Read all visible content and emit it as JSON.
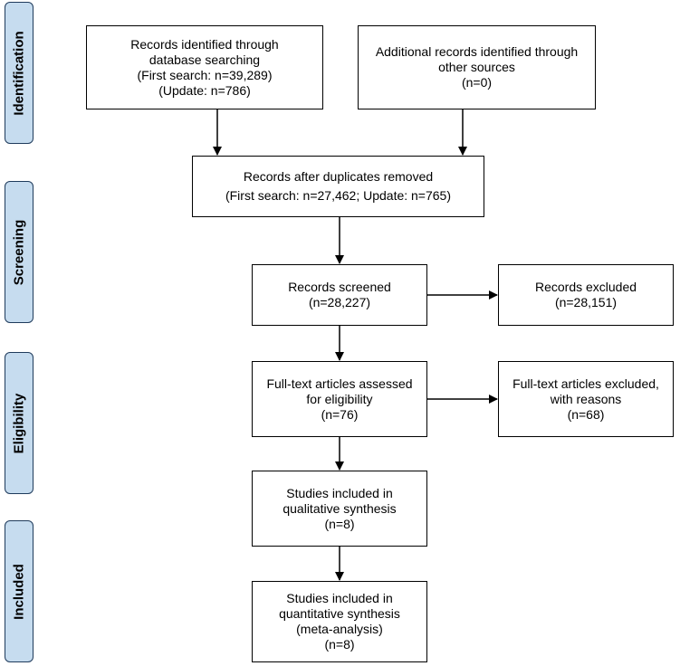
{
  "phases": {
    "identification": "Identification",
    "screening": "Screening",
    "eligibility": "Eligibility",
    "included": "Included"
  },
  "boxes": {
    "db_search": [
      "Records identified through",
      "database searching",
      "(First search: n=39,289)",
      "(Update: n=786)"
    ],
    "other_sources": [
      "Additional records identified through",
      "other sources",
      "(n=0)"
    ],
    "after_duplicates": [
      "Records after duplicates removed",
      "(First search: n=27,462; Update: n=765)"
    ],
    "screened": [
      "Records screened",
      "(n=28,227)"
    ],
    "excluded": [
      "Records excluded",
      "(n=28,151)"
    ],
    "fulltext_assessed": [
      "Full-text articles assessed",
      "for eligibility",
      "(n=76)"
    ],
    "fulltext_excluded": [
      "Full-text articles excluded,",
      "with reasons",
      "(n=68)"
    ],
    "qualitative": [
      "Studies included in",
      "qualitative synthesis",
      "(n=8)"
    ],
    "quantitative": [
      "Studies included in",
      "quantitative synthesis",
      "(meta-analysis)",
      "(n=8)"
    ]
  }
}
